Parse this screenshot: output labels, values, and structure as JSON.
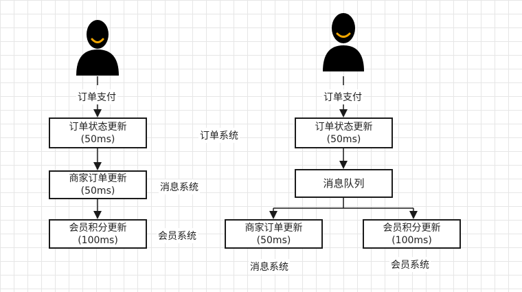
{
  "left": {
    "trigger": "订单支付",
    "steps": [
      {
        "title": "订单状态更新",
        "duration": "(50ms)"
      },
      {
        "title": "商家订单更新",
        "duration": "(50ms)"
      },
      {
        "title": "会员积分更新",
        "duration": "(100ms)"
      }
    ],
    "system_labels": [
      "订单系统",
      "消息系统",
      "会员系统"
    ]
  },
  "right": {
    "trigger": "订单支付",
    "first_step": {
      "title": "订单状态更新",
      "duration": "(50ms)"
    },
    "queue": "消息队列",
    "branches": [
      {
        "title": "商家订单更新",
        "duration": "(50ms)",
        "system": "消息系统"
      },
      {
        "title": "会员积分更新",
        "duration": "(100ms)",
        "system": "会员系统"
      }
    ]
  },
  "colors": {
    "stroke": "#1a1a1a",
    "smile": "#f0a500",
    "grid": "#e6e6e6"
  }
}
